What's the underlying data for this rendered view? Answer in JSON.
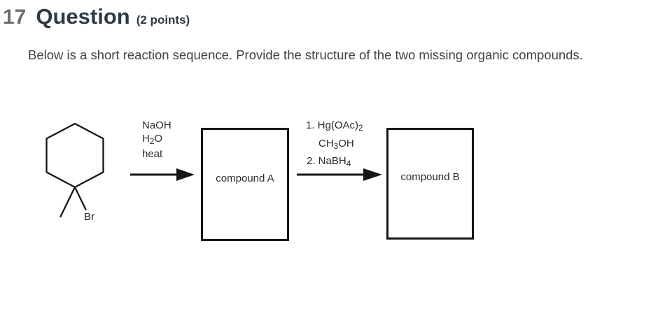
{
  "header": {
    "number": "17",
    "title": "Question",
    "points": "(2 points)"
  },
  "prompt": "Below is a short reaction sequence. Provide the structure of the two missing organic compounds.",
  "diagram": {
    "reactant": {
      "br_label": "Br"
    },
    "step1": {
      "lines": [
        {
          "pre": "NaOH",
          "sub": "",
          "post": ""
        },
        {
          "pre": "H",
          "sub": "2",
          "post": "O"
        },
        {
          "pre": "heat",
          "sub": "",
          "post": ""
        }
      ]
    },
    "step2": {
      "lines": [
        {
          "pre": "1. Hg(OAc)",
          "sub": "2",
          "post": ""
        },
        {
          "pre": "CH",
          "sub": "3",
          "post": "OH"
        },
        {
          "pre": "2. NaBH",
          "sub": "4",
          "post": ""
        }
      ]
    },
    "box_a": {
      "label": "compound A"
    },
    "box_b": {
      "label": "compound B"
    }
  },
  "colors": {
    "heading": "#2d3b45",
    "question_number_gray": "#6d6e71",
    "body_text": "#3f4245",
    "diagram_black": "#161616"
  }
}
